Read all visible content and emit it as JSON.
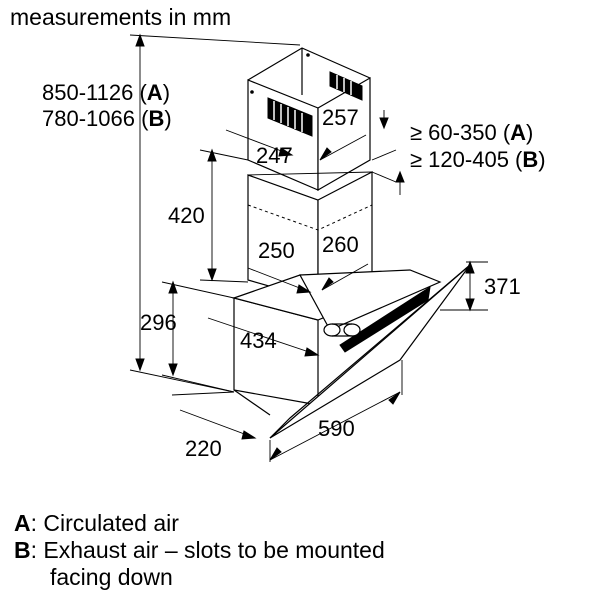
{
  "header": {
    "title": "measurements in mm"
  },
  "dimensions": {
    "total_height_a_value": "850-1126",
    "total_height_a_letter": "A",
    "total_height_b_value": "780-1066",
    "total_height_b_letter": "B",
    "chimney_depth": "247",
    "chimney_width": "257",
    "ceiling_gap_a_value": "≥ 60-350",
    "ceiling_gap_a_letter": "A",
    "ceiling_gap_b_value": "≥ 120-405",
    "ceiling_gap_b_letter": "B",
    "lower_chimney_height": "420",
    "lower_chimney_width": "250",
    "lower_chimney_depth": "260",
    "glass_height": "371",
    "body_height": "296",
    "body_depth": "434",
    "bottom_depth": "220",
    "hood_width": "590"
  },
  "legend": {
    "a_key": "A",
    "a_text": ": Circulated air",
    "b_key": "B",
    "b_text_line1": ": Exhaust air – slots to be mounted",
    "b_text_line2": "facing down"
  }
}
